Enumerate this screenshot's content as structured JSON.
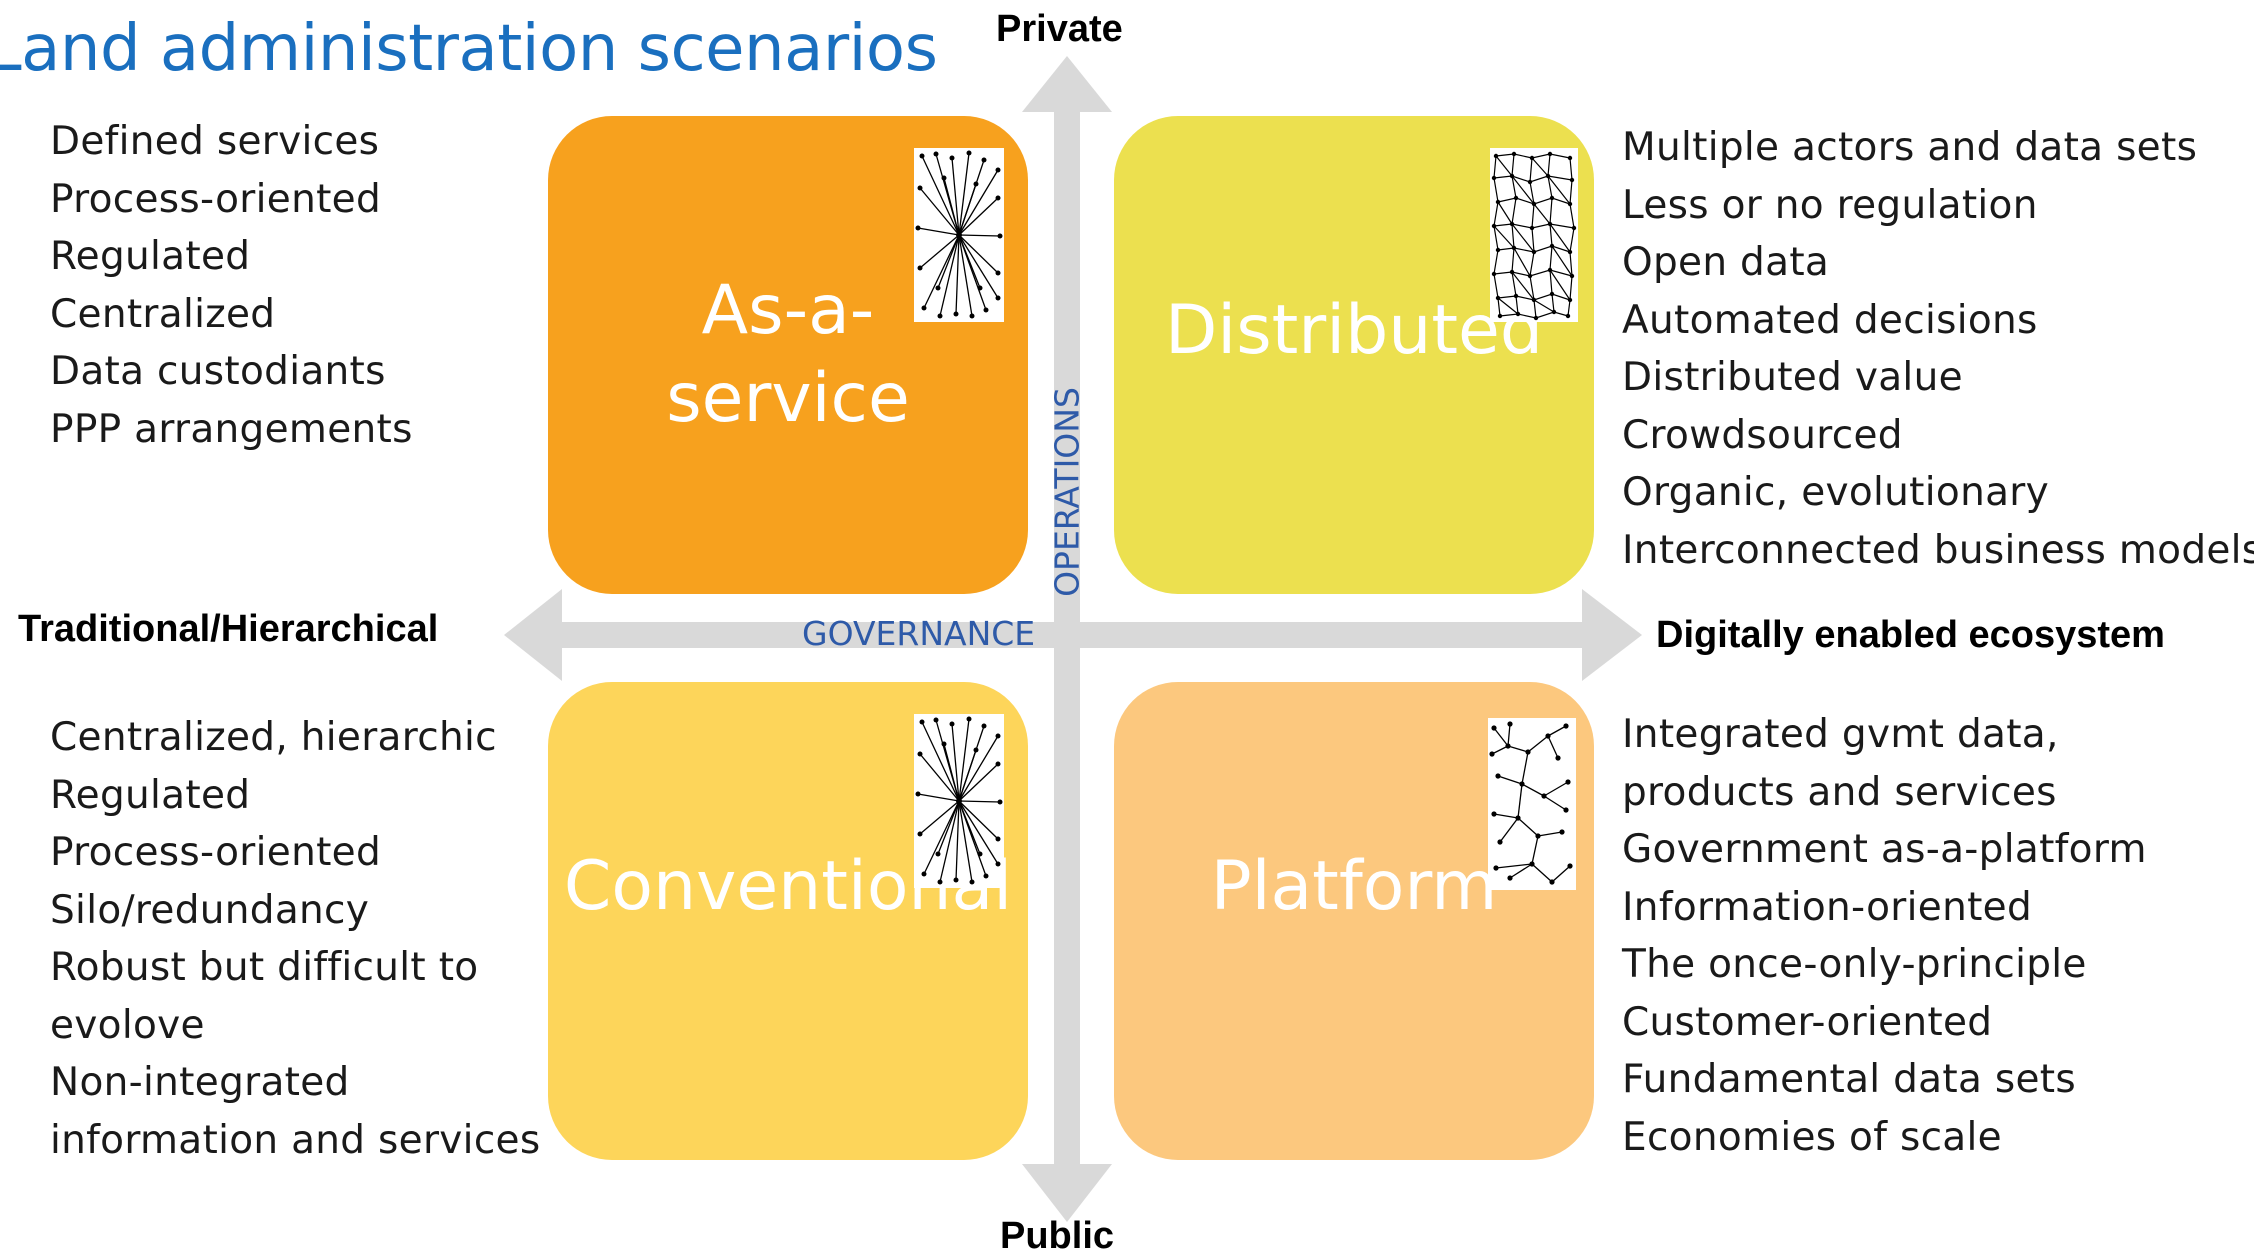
{
  "title": "Land administration scenarios",
  "axes": {
    "top": "Private",
    "bottom": "Public",
    "left": "Traditional/Hierarchical",
    "right": "Digitally enabled ecosystem",
    "vertical_word": "OPERATIONS",
    "horizontal_word": "GOVERNANCE"
  },
  "quadrants": {
    "top_left": {
      "label_line1": "As-a-",
      "label_line2": "service",
      "color": "#f7a11e",
      "icon": "star-network-icon"
    },
    "top_right": {
      "label": "Distributed",
      "color": "#ece04f",
      "icon": "mesh-network-icon"
    },
    "bottom_left": {
      "label": "Conventional",
      "color": "#fdd55a",
      "icon": "star-network-icon"
    },
    "bottom_right": {
      "label": "Platform",
      "color": "#fcc87e",
      "icon": "tree-network-icon"
    }
  },
  "lists": {
    "top_left": [
      "Defined services",
      "Process-oriented",
      "Regulated",
      "Centralized",
      "Data custodiants",
      "PPP arrangements"
    ],
    "top_right": [
      "Multiple actors and data sets",
      "Less or no regulation",
      "Open data",
      "Automated decisions",
      "Distributed value",
      "Crowdsourced",
      "Organic, evolutionary",
      "Interconnected business models"
    ],
    "bottom_left": [
      "Centralized, hierarchic",
      "Regulated",
      "Process-oriented",
      "Silo/redundancy",
      "Robust but difficult to",
      "evolove",
      "Non-integrated",
      "information and services"
    ],
    "bottom_right": [
      "Integrated gvmt data,",
      "products and services",
      "Government as-a-platform",
      "Information-oriented",
      "The once-only-principle",
      "Customer-oriented",
      "Fundamental data sets",
      "Economies of scale"
    ]
  },
  "colors": {
    "title": "#1a6fbf",
    "axis_arrows": "#d9d9d9",
    "axis_words": "#2e5aa8"
  }
}
